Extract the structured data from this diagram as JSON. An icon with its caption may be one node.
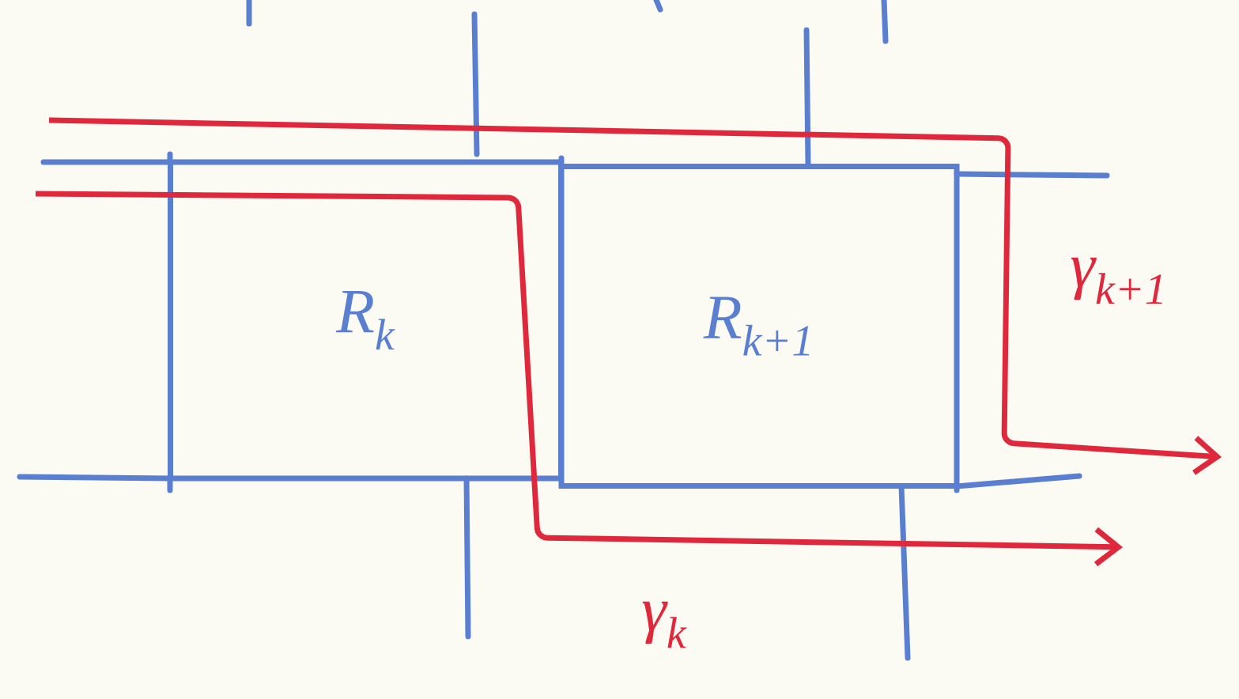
{
  "diagram": {
    "nodes": [
      {
        "text": [
          "R$_{k}$"
        ]
      },
      {
        "text": [
          "R$_{k+1}$"
        ]
      }
    ],
    "labels": [
      "γ$_{k+1}$",
      "γ$_{k}$"
    ]
  }
}
